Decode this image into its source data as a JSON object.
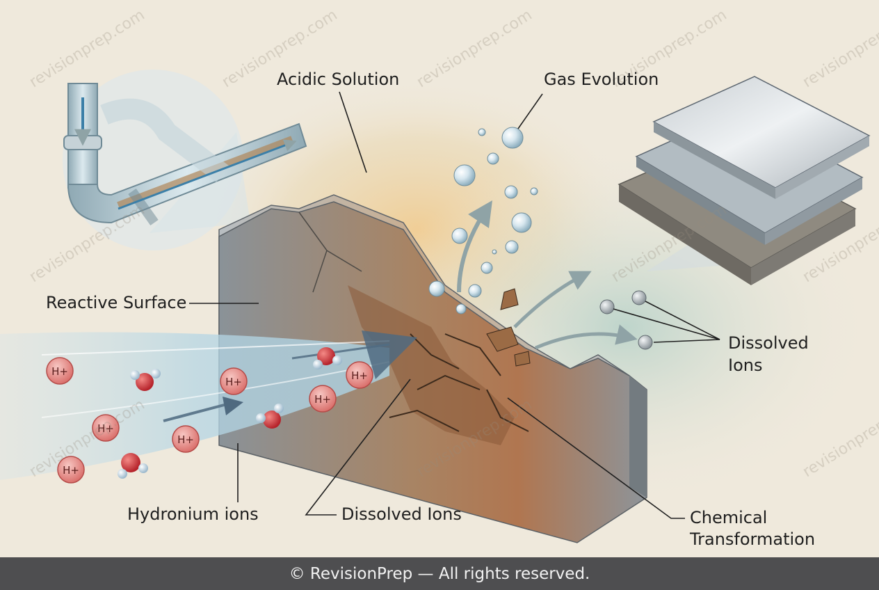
{
  "labels": {
    "acidic_solution": "Acidic Solution",
    "gas_evolution": "Gas Evolution",
    "reactive_surface": "Reactive Surface",
    "dissolved_ions_right_1": "Dissolved",
    "dissolved_ions_right_2": "Ions",
    "hydronium_ions": "Hydronium ions",
    "dissolved_ions_bottom": "Dissolved Ions",
    "chemical_transformation_1": "Chemical",
    "chemical_transformation_2": "Transformation"
  },
  "ion_symbol": "H+",
  "watermark": "revisionprep.com",
  "footer": "© RevisionPrep — All rights reserved.",
  "colors": {
    "background": "#efe9dc",
    "footer_bg": "#4e4e50",
    "hydronium_red": "#d0393a",
    "corrosion_brown": "#a8704a",
    "metal_grey": "#8e959b",
    "flow_blue": "#bcd9e6"
  }
}
